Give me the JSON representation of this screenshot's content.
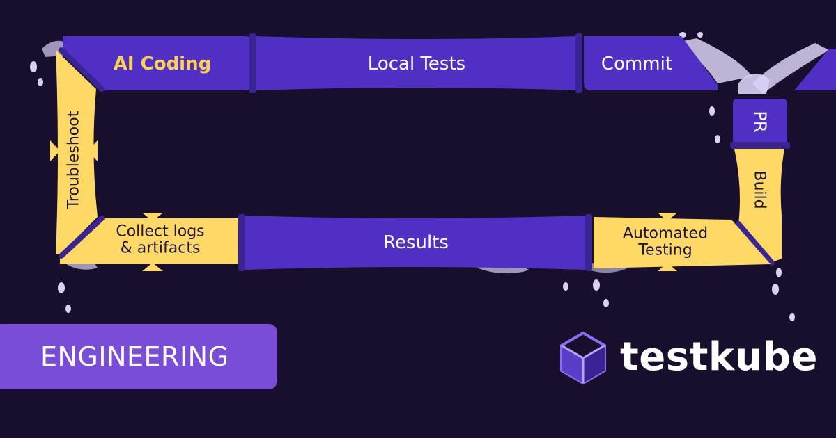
{
  "pipeline": {
    "top": {
      "ai_coding": "AI Coding",
      "local_tests": "Local Tests",
      "commit": "Commit"
    },
    "right": {
      "pr": "PR",
      "build": "Build"
    },
    "bottom": {
      "automated_testing_line1": "Automated",
      "automated_testing_line2": "Testing",
      "results": "Results",
      "collect_logs_line1": "Collect logs",
      "collect_logs_line2": "& artifacts"
    },
    "left": {
      "troubleshoot": "Troubleshoot"
    }
  },
  "badge": {
    "label": "ENGINEERING"
  },
  "brand": {
    "name": "testkube",
    "logo_icon": "cube-icon"
  },
  "colors": {
    "background": "#170f2c",
    "pipe_purple": "#4f2fc4",
    "pipe_yellow": "#ffd966",
    "water": "#d9d2f5",
    "ai_coding_text": "#ffd24d",
    "badge": "#7a4dd6"
  }
}
